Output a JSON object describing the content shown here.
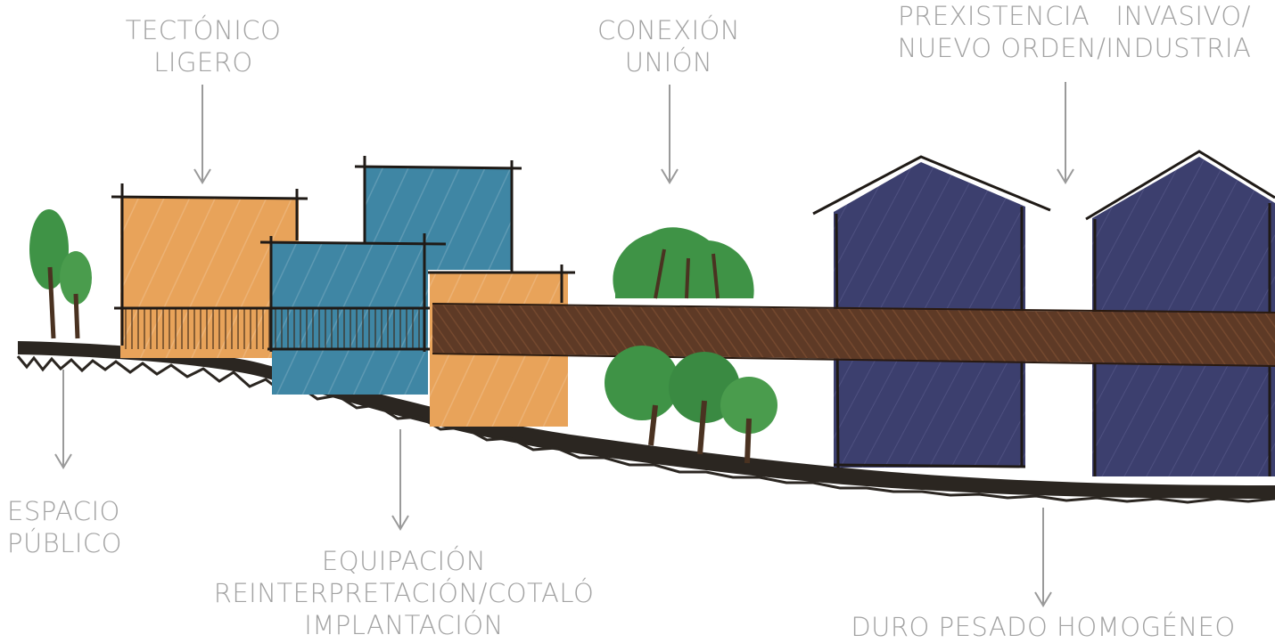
{
  "labels": {
    "tectonico": [
      "TECTÓNICO",
      "LIGERO"
    ],
    "conexion": [
      "CONEXIÓN",
      "UNIÓN"
    ],
    "prexistencia": [
      "PREXISTENCIA   INVASIVO/",
      "NUEVO ORDEN/INDUSTRIA"
    ],
    "espacio": [
      "ESPACIO",
      "PÚBLICO"
    ],
    "equipacion": [
      "EQUIPACIÓN",
      "REINTERPRETACIÓN/COTALÓ",
      "IMPLANTACIÓN"
    ],
    "duro": [
      "DURO PESADO HOMOGÉNEO"
    ]
  },
  "colors": {
    "label": "#a2a2a2",
    "arrow": "#9a9a9a",
    "orange": "#e8a35a",
    "blue": "#3f86a4",
    "navy": "#3c3f6e",
    "bridge": "#5e3a26",
    "ground": "#2b2621",
    "tree": "#3f9346",
    "trunk": "#4a3221",
    "ink": "#1f1a16"
  },
  "icons": [
    "down-arrow-icon",
    "tree-icon"
  ]
}
